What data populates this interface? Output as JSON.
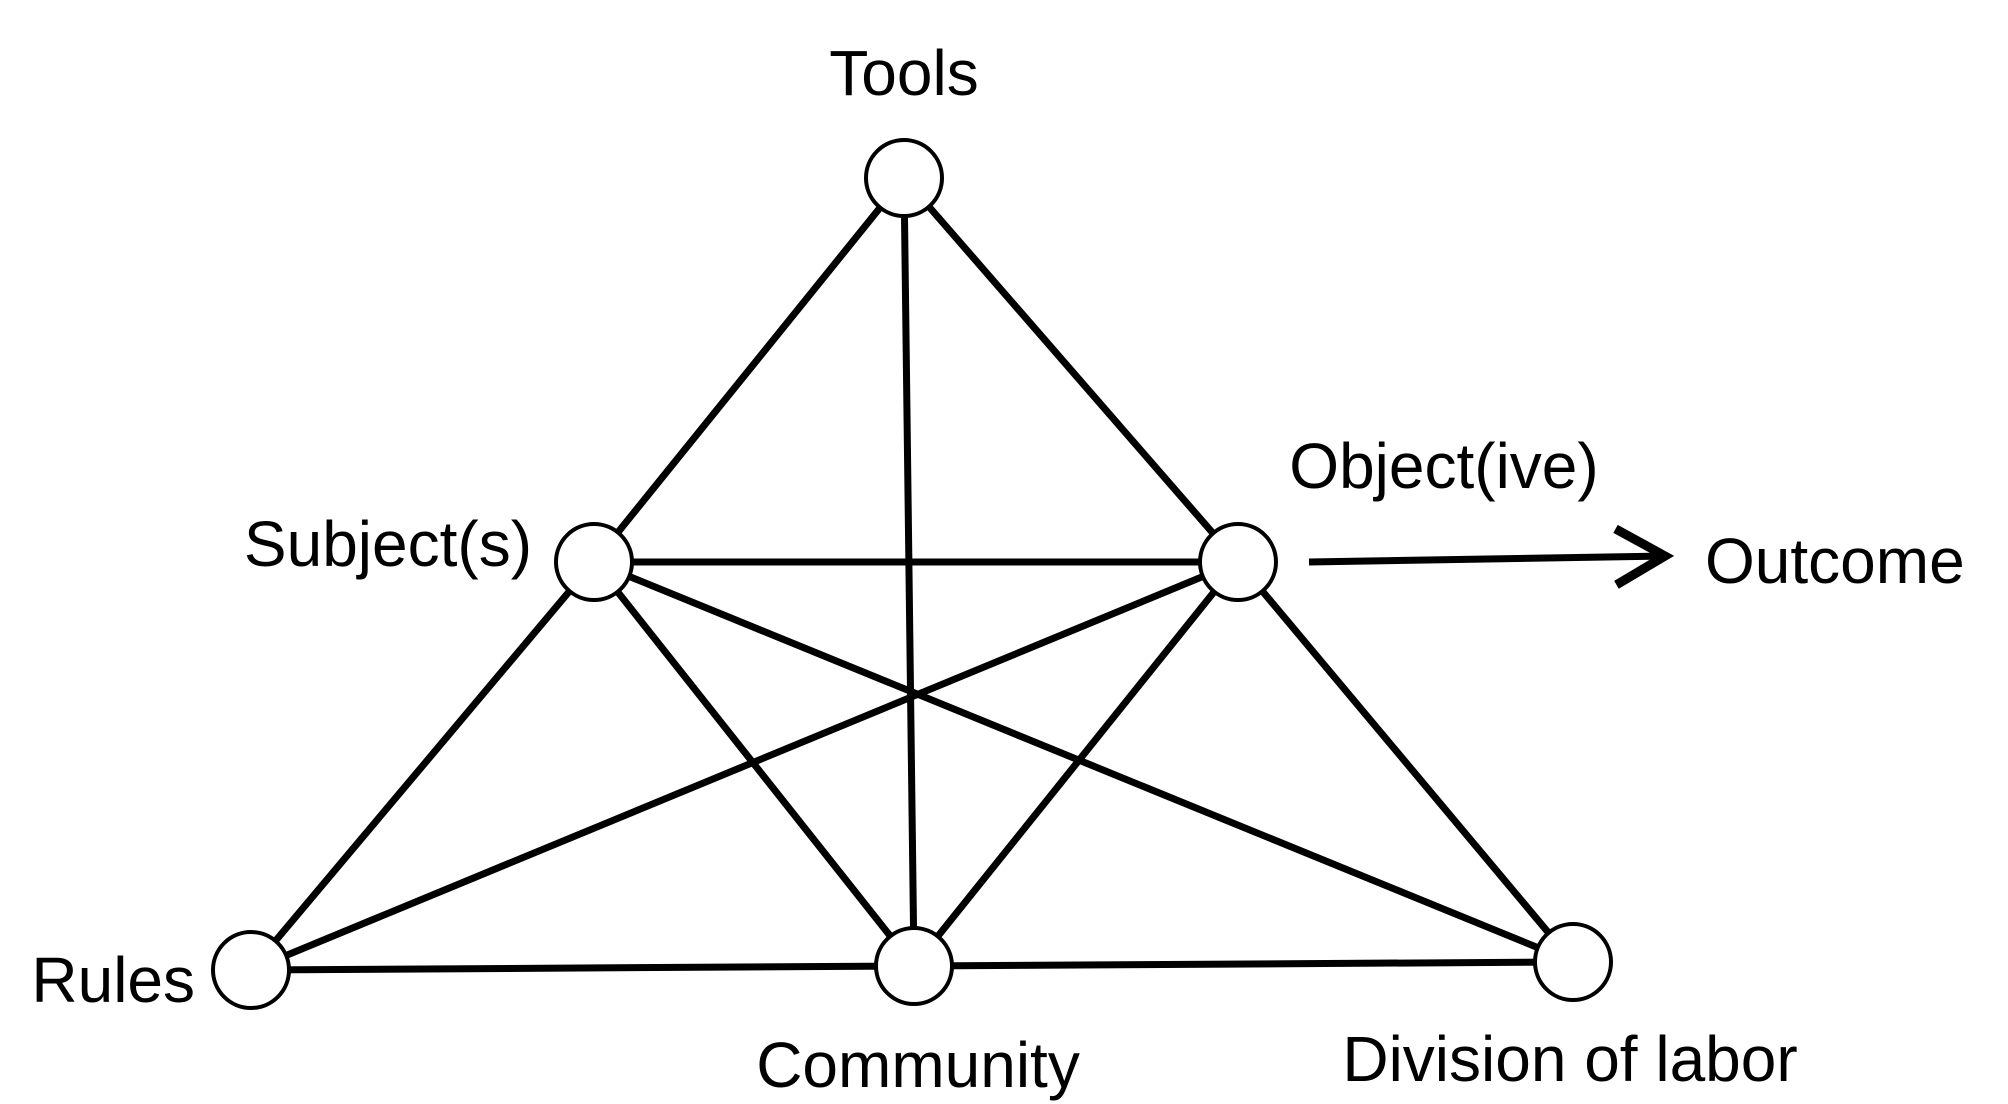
{
  "diagram": {
    "nodes": {
      "tools": {
        "label": "Tools"
      },
      "subject": {
        "label": "Subject(s)"
      },
      "object": {
        "label": "Object(ive)"
      },
      "rules": {
        "label": "Rules"
      },
      "community": {
        "label": "Community"
      },
      "division": {
        "label": "Division of labor"
      }
    },
    "outcome_label": "Outcome",
    "edges": [
      [
        "tools",
        "subject"
      ],
      [
        "tools",
        "object"
      ],
      [
        "tools",
        "community"
      ],
      [
        "subject",
        "object"
      ],
      [
        "subject",
        "rules"
      ],
      [
        "subject",
        "community"
      ],
      [
        "subject",
        "division"
      ],
      [
        "object",
        "rules"
      ],
      [
        "object",
        "community"
      ],
      [
        "object",
        "division"
      ],
      [
        "rules",
        "community"
      ],
      [
        "community",
        "division"
      ]
    ],
    "arrow": {
      "from": "object",
      "to": "outcome"
    }
  }
}
